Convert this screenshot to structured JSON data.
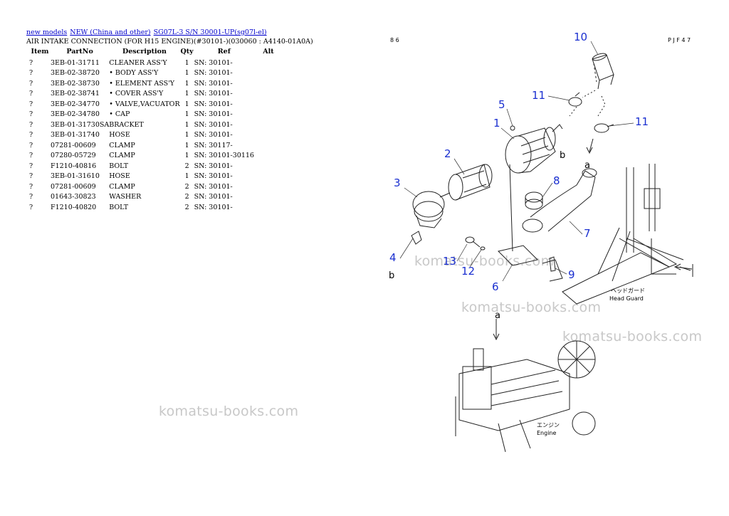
{
  "breadcrumb": {
    "links": [
      "new models",
      "NEW (China and other)",
      "SG07L-3 S/N 30001-UP(sg07l-el)"
    ]
  },
  "page_title": "AIR INTAKE CONNECTION (FOR H15 ENGINE)(#30101-)(030060 : A4140-01A0A)",
  "table": {
    "headers": [
      "Item",
      "PartNo",
      "Description",
      "Qty",
      "Ref",
      "Alt"
    ],
    "rows": [
      [
        "?",
        "3EB-01-31711",
        "CLEANER ASS'Y",
        "1",
        "SN: 30101-",
        ""
      ],
      [
        "?",
        "3EB-02-38720",
        "• BODY ASS'Y",
        "1",
        "SN: 30101-",
        ""
      ],
      [
        "?",
        "3EB-02-38730",
        "• ELEMENT ASS'Y",
        "1",
        "SN: 30101-",
        ""
      ],
      [
        "?",
        "3EB-02-38741",
        "• COVER ASS'Y",
        "1",
        "SN: 30101-",
        ""
      ],
      [
        "?",
        "3EB-02-34770",
        "• VALVE,VACUATOR",
        "1",
        "SN: 30101-",
        ""
      ],
      [
        "?",
        "3EB-02-34780",
        "• CAP",
        "1",
        "SN: 30101-",
        ""
      ],
      [
        "?",
        "3EB-01-31730SA",
        "BRACKET",
        "1",
        "SN: 30101-",
        ""
      ],
      [
        "?",
        "3EB-01-31740",
        "HOSE",
        "1",
        "SN: 30101-",
        ""
      ],
      [
        "?",
        "07281-00609",
        "CLAMP",
        "1",
        "SN: 30117-",
        ""
      ],
      [
        "?",
        "07280-05729",
        "CLAMP",
        "1",
        "SN: 30101-30116",
        ""
      ],
      [
        "?",
        "F1210-40816",
        "BOLT",
        "2",
        "SN: 30101-",
        ""
      ],
      [
        "?",
        "3EB-01-31610",
        "HOSE",
        "1",
        "SN: 30101-",
        ""
      ],
      [
        "?",
        "07281-00609",
        "CLAMP",
        "2",
        "SN: 30101-",
        ""
      ],
      [
        "?",
        "01643-30823",
        "WASHER",
        "2",
        "SN: 30101-",
        ""
      ],
      [
        "?",
        "F1210-40820",
        "BOLT",
        "2",
        "SN: 30101-",
        ""
      ]
    ]
  },
  "diagram": {
    "header_left": "8 6",
    "header_right": "P J F 4 7",
    "callouts": [
      "1",
      "2",
      "3",
      "4",
      "5",
      "6",
      "7",
      "8",
      "9",
      "10",
      "11",
      "11",
      "12",
      "13"
    ],
    "ref_letters": [
      "a",
      "a",
      "b",
      "b"
    ],
    "head_guard_jp": "ヘッドガード",
    "head_guard_en": "Head Guard",
    "engine_jp": "エンジン",
    "engine_en": "Engine"
  },
  "watermark": "komatsu-books.com",
  "colors": {
    "link": "#0000cc",
    "callout": "#1a2fd0",
    "watermark": "#c8c8c8"
  }
}
